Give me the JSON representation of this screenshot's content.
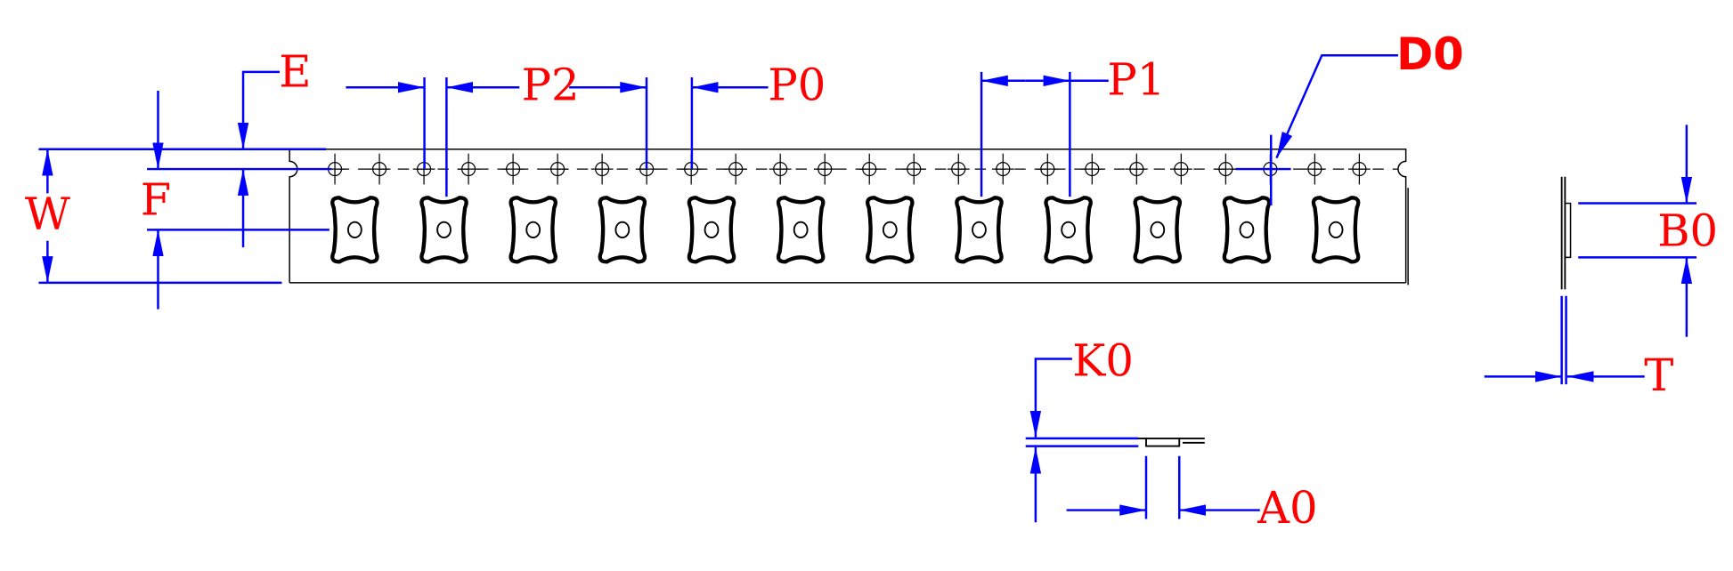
{
  "diagram": {
    "title": "Carrier tape dimensions",
    "labels": {
      "W": "W",
      "F": "F",
      "E": "E",
      "P2": "P2",
      "P0": "P0",
      "P1": "P1",
      "D0": "D0",
      "B0": "B0",
      "T": "T",
      "K0": "K0",
      "A0": "A0"
    },
    "sprocket_hole_count": 24,
    "pocket_count": 12,
    "colors": {
      "dimension": "#0000ff",
      "label": "#ff0000",
      "outline": "#000000"
    }
  }
}
